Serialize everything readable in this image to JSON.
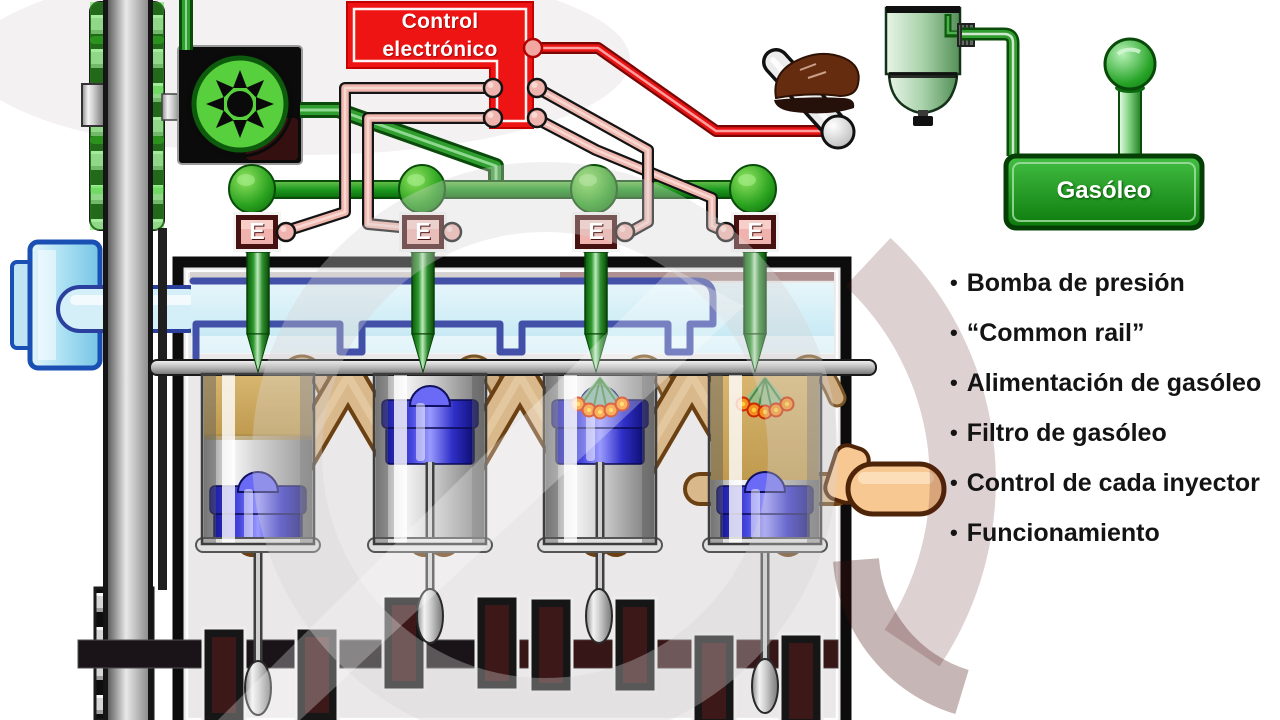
{
  "control_unit": {
    "line1": "Control",
    "line2": "electrónico"
  },
  "electrovalves": {
    "label": "E"
  },
  "fuel_tank": {
    "label": "Gasóleo"
  },
  "legend": {
    "marker": "•",
    "items": [
      "Bomba de presión",
      "“Common rail”",
      "Alimentación de gasóleo",
      "Filtro de gasóleo",
      "Control de cada inyector",
      "Funcionamiento"
    ]
  },
  "colors": {
    "control_box_red": "#ee1414",
    "pipe_green": "#2f9e2f",
    "wire_pink": "#efb6ae",
    "rail_green": "#1d9b1f",
    "coolant_blue": "#d4eff8",
    "tank_green": "#0c7a0c",
    "piston_blue": "#4848e0",
    "manifold_tan": "#d9b88c",
    "exhaust_orange": "#f8c893"
  }
}
